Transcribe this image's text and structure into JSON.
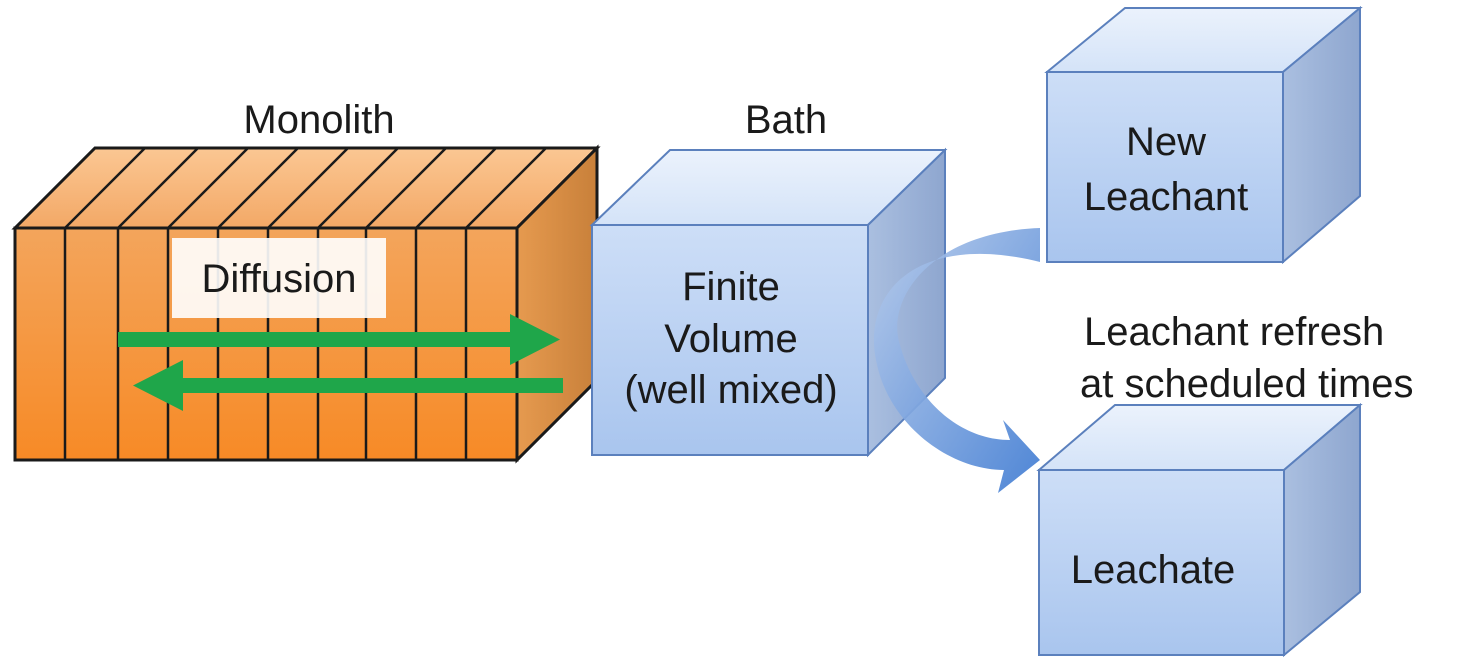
{
  "labels": {
    "monolith": "Monolith",
    "bath": "Bath",
    "diffusion": "Diffusion",
    "bath_line1": "Finite",
    "bath_line2": "Volume",
    "bath_line3": "(well mixed)",
    "new_line1": "New",
    "new_line2": "Leachant",
    "refresh_line1": "Leachant refresh",
    "refresh_line2": "at scheduled times",
    "leachate": "Leachate"
  },
  "colors": {
    "monolith_front": "#f5913a",
    "monolith_top": "#f7b87a",
    "monolith_side": "#d9872f",
    "cube_front": "#b8d0f2",
    "cube_top": "#dbe7fa",
    "cube_side": "#95aed4",
    "arrow_green": "#1fa64a",
    "curved_arrow": "#5b8fd6"
  },
  "icons": {
    "diffusion_right": "arrow-right-icon",
    "diffusion_left": "arrow-left-icon",
    "refresh": "curved-arrow-icon"
  }
}
